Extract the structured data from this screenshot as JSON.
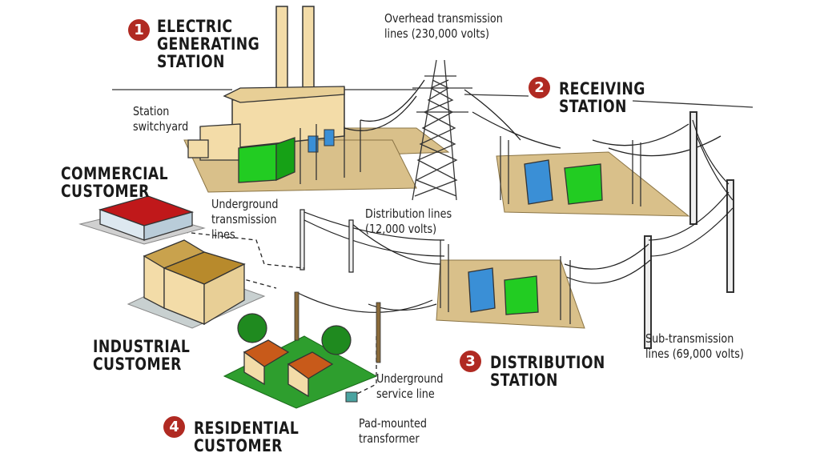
{
  "stations": {
    "generating": {
      "number": "1",
      "line1": "ELECTRIC",
      "line2": "GENERATING",
      "line3": "STATION"
    },
    "receiving": {
      "number": "2",
      "line1": "RECEIVING",
      "line2": "STATION"
    },
    "distribution": {
      "number": "3",
      "line1": "DISTRIBUTION",
      "line2": "STATION"
    },
    "residential": {
      "number": "4",
      "line1": "RESIDENTIAL",
      "line2": "CUSTOMER"
    }
  },
  "customers": {
    "commercial": {
      "line1": "COMMERCIAL",
      "line2": "CUSTOMER"
    },
    "industrial": {
      "line1": "INDUSTRIAL",
      "line2": "CUSTOMER"
    }
  },
  "labels": {
    "switchyard": {
      "line1": "Station",
      "line2": "switchyard"
    },
    "overhead": {
      "line1": "Overhead transmission",
      "line2": "lines (230,000 volts)"
    },
    "underground_transmission": {
      "line1": "Underground",
      "line2": "transmission",
      "line3": "lines"
    },
    "distribution_lines": {
      "line1": "Distribution lines",
      "line2": "(12,000 volts)"
    },
    "sub_transmission": {
      "line1": "Sub-transmission",
      "line2": "lines (69,000 volts)"
    },
    "underground_service": {
      "line1": "Underground",
      "line2": "service line"
    },
    "pad_transformer": {
      "line1": "Pad-mounted",
      "line2": "transformer"
    }
  },
  "colors": {
    "badge": "#b02a22",
    "ground": "#d9c08a",
    "transformer_green": "#22cc22",
    "transformer_blue": "#3a8fd6",
    "building": "#f3dca8",
    "roof_red": "#c0181a",
    "lawn": "#2e9e2e"
  }
}
